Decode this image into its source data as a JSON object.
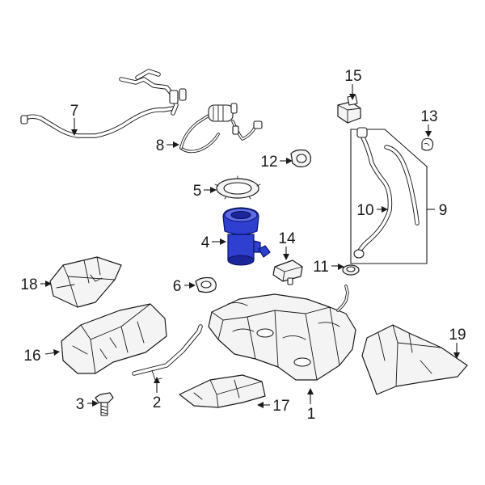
{
  "diagram": {
    "accent_color": "#2f3fd0",
    "highlighted_part": "4",
    "callouts": [
      {
        "id": "c1",
        "label": "1"
      },
      {
        "id": "c2",
        "label": "2"
      },
      {
        "id": "c3",
        "label": "3"
      },
      {
        "id": "c4",
        "label": "4"
      },
      {
        "id": "c5",
        "label": "5"
      },
      {
        "id": "c6",
        "label": "6"
      },
      {
        "id": "c7",
        "label": "7"
      },
      {
        "id": "c8",
        "label": "8"
      },
      {
        "id": "c9",
        "label": "9"
      },
      {
        "id": "c10",
        "label": "10"
      },
      {
        "id": "c11",
        "label": "11"
      },
      {
        "id": "c12",
        "label": "12"
      },
      {
        "id": "c13",
        "label": "13"
      },
      {
        "id": "c14",
        "label": "14"
      },
      {
        "id": "c15",
        "label": "15"
      },
      {
        "id": "c16",
        "label": "16"
      },
      {
        "id": "c17",
        "label": "17"
      },
      {
        "id": "c18",
        "label": "18"
      },
      {
        "id": "c19",
        "label": "19"
      }
    ]
  }
}
